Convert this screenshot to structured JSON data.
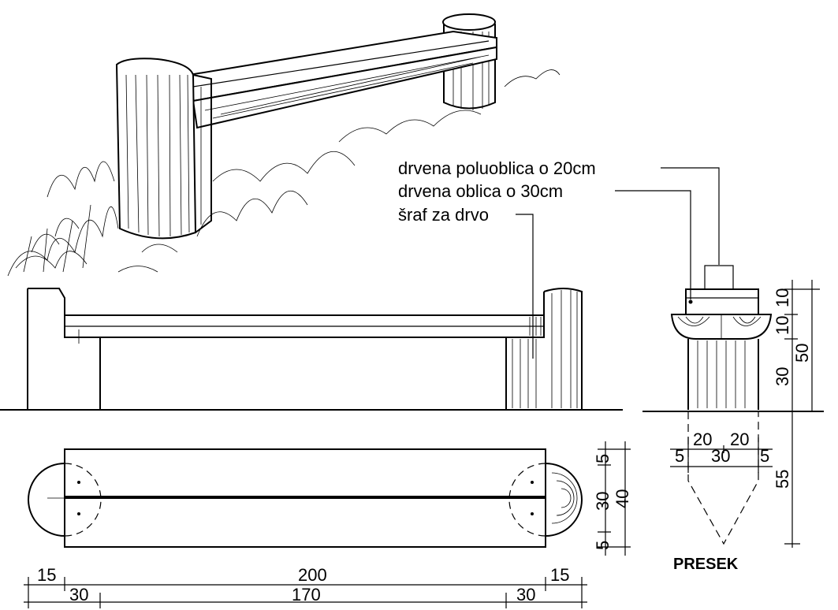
{
  "annotations": {
    "half_log": "drvena poluoblica o 20cm",
    "log": "drvena oblica o 30cm",
    "screw": "šraf za drvo"
  },
  "section_title": "PRESEK",
  "dimensions": {
    "bottom": {
      "left_overhang": "15",
      "total_length": "200",
      "right_overhang": "15",
      "left_post": "30",
      "span": "170",
      "right_post": "30"
    },
    "plan": {
      "top_edge": "5",
      "inner": "30",
      "width": "40",
      "bottom_edge": "5"
    },
    "section": {
      "half_left": "20",
      "half_right": "20",
      "edge_left": "5",
      "post_dia": "30",
      "edge_right": "5",
      "top": "10",
      "second": "10",
      "post_height": "30",
      "height": "50",
      "embed": "55"
    }
  },
  "colors": {
    "ink": "#000000",
    "paper": "#ffffff"
  }
}
